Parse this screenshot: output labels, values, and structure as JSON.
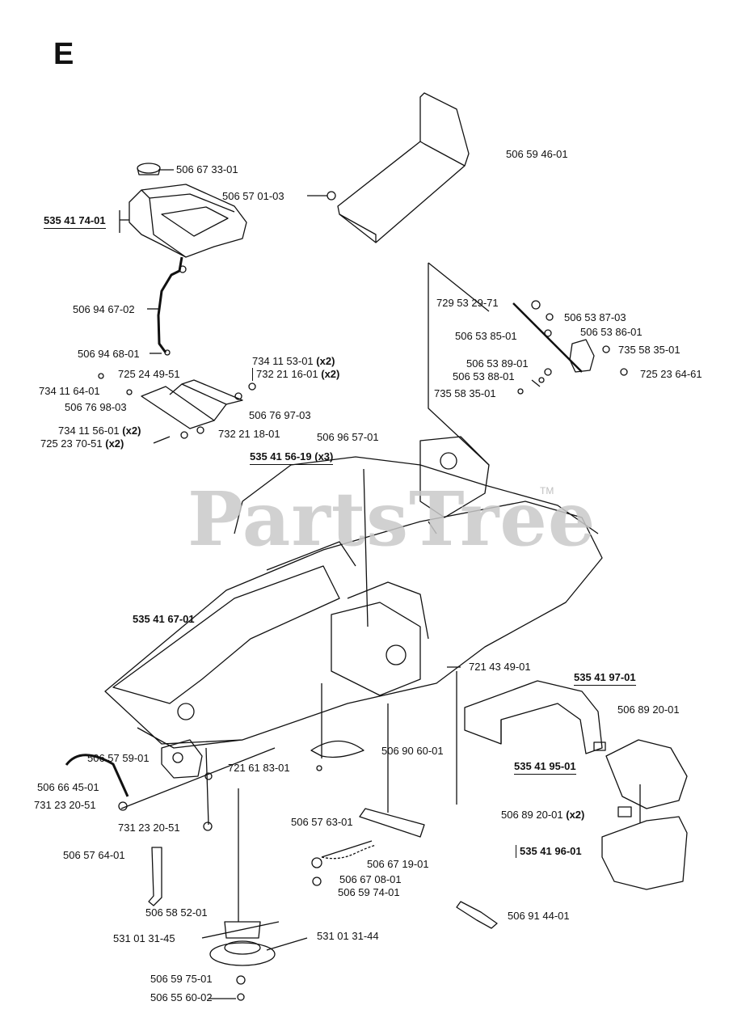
{
  "section": "E",
  "watermark": "PartsTree",
  "trademark": "TM",
  "labels": {
    "p_506_67_33_01": "506 67 33-01",
    "p_506_59_46_01": "506 59 46-01",
    "p_506_57_01_03": "506 57 01-03",
    "p_535_41_74_01": "535 41 74-01",
    "p_506_94_67_02": "506 94 67-02",
    "p_506_94_68_01": "506 94 68-01",
    "p_729_53_29_71": "729 53 29-71",
    "p_506_53_87_03": "506 53 87-03",
    "p_506_53_85_01": "506 53 85-01",
    "p_506_53_86_01": "506 53 86-01",
    "p_735_58_35_01_a": "735 58 35-01",
    "p_506_53_89_01": "506 53 89-01",
    "p_506_53_88_01": "506 53 88-01",
    "p_725_23_64_61": "725 23 64-61",
    "p_735_58_35_01_b": "735 58 35-01",
    "p_734_11_53_01": "734 11 53-01",
    "p_734_11_53_01_qty": "(x2)",
    "p_725_24_49_51": "725 24 49-51",
    "p_732_21_16_01": "732 21 16-01",
    "p_732_21_16_01_qty": "(x2)",
    "p_734_11_64_01": "734 11 64-01",
    "p_506_76_98_03": "506 76 98-03",
    "p_506_76_97_03": "506 76 97-03",
    "p_734_11_56_01": "734 11 56-01",
    "p_734_11_56_01_qty": "(x2)",
    "p_725_23_70_51": "725 23 70-51",
    "p_725_23_70_51_qty": "(x2)",
    "p_732_21_18_01": "732 21 18-01",
    "p_506_96_57_01": "506 96 57-01",
    "p_535_41_56_19": "535 41 56-19",
    "p_535_41_56_19_qty": "(x3)",
    "p_535_41_67_01": "535 41 67-01",
    "p_721_43_49_01": "721 43 49-01",
    "p_535_41_97_01": "535 41 97-01",
    "p_506_89_20_01_a": "506 89 20-01",
    "p_506_57_59_01": "506 57 59-01",
    "p_721_61_83_01": "721 61 83-01",
    "p_506_90_60_01": "506 90 60-01",
    "p_535_41_95_01": "535 41 95-01",
    "p_506_66_45_01": "506 66 45-01",
    "p_731_23_20_51_a": "731 23 20-51",
    "p_506_89_20_01_b": "506 89 20-01",
    "p_506_89_20_01_b_qty": "(x2)",
    "p_731_23_20_51_b": "731 23 20-51",
    "p_506_57_63_01": "506 57 63-01",
    "p_535_41_96_01": "535 41 96-01",
    "p_506_57_64_01": "506 57 64-01",
    "p_506_67_19_01": "506 67 19-01",
    "p_506_67_08_01": "506 67 08-01",
    "p_506_59_74_01": "506 59 74-01",
    "p_506_58_52_01": "506 58 52-01",
    "p_506_91_44_01": "506 91 44-01",
    "p_531_01_31_45": "531 01 31-45",
    "p_531_01_31_44": "531 01 31-44",
    "p_506_59_75_01": "506 59 75-01",
    "p_506_55_60_02": "506 55 60-02"
  }
}
